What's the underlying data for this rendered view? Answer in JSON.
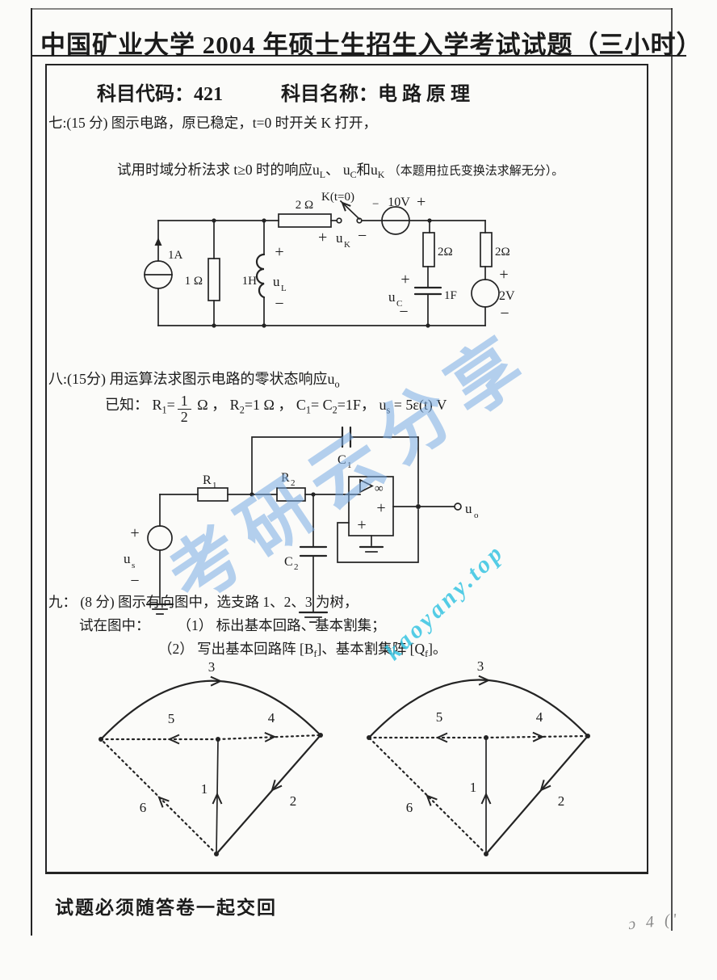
{
  "header": {
    "title": "中国矿业大学 2004 年硕士生招生入学考试试题（三小时）",
    "subject_code": "科目代码：421",
    "subject_name": "科目名称：电 路 原 理"
  },
  "q7": {
    "line1": "七:(15 分) 图示电路，原已稳定，t=0 时开关 K 打开，",
    "line2_seg0": "试用时域分析法求 t≥0 时的响应u",
    "line2_sub0": "L",
    "line2_seg1": "、 u",
    "line2_sub1": "C",
    "line2_seg2": "和u",
    "line2_sub2": "K",
    "line2_note": "（本题用拉氏变换法求解无分）。"
  },
  "q8": {
    "line1_seg": "八:(15分) 用运算法求图示电路的零状态响应u",
    "line1_sub": "o",
    "given": {
      "intro": "已知：  R",
      "r1sub": "1",
      "eq": "=",
      "num": "1",
      "den": "2",
      "seg2": " Ω ， R",
      "r2sub": "2",
      "seg3": "=1 Ω ， C",
      "c1sub": "1",
      "seg4": "= C",
      "c2sub": "2",
      "seg5": "=1F，  u",
      "ssub": "s",
      "seg6": " = 5ε(t) V"
    }
  },
  "q9": {
    "line1": "九： (8 分) 图示有向图中，选支路 1、2、3 为树，",
    "line2_prefix": "试在图中：",
    "item1": "（1） 标出基本回路、基本割集；",
    "item2_seg0": "（2） 写出基本回路阵 [B",
    "item2_sub0": "f",
    "item2_seg1": "]、基本割集阵 [Q",
    "item2_sub1": "f",
    "item2_seg2": "]。"
  },
  "footer": {
    "note": "试题必须随答卷一起交回",
    "page_mark": "ɔ 4 ('"
  },
  "watermark": {
    "cn": "考研云分享",
    "site": "kaoyany.top",
    "cn_color": "#78acе4",
    "site_color": "#2ac0e0"
  },
  "circuit7": {
    "labels": {
      "plus": "+",
      "minus": "−",
      "a1": "1A",
      "r1": "1 Ω",
      "h1": "1H",
      "uL_u": "u",
      "uL_sub": "L",
      "r2": "2 Ω",
      "k": "K(t=0)",
      "uk_u": "u",
      "uk_sub": "K",
      "v10": "10V",
      "r3": "2Ω",
      "r4": "2Ω",
      "uc_u": "u",
      "uc_sub": "C",
      "f1": "1F",
      "v2": "2V"
    }
  },
  "circuit8": {
    "labels": {
      "plus": "+",
      "minus": "−",
      "r": "R",
      "r1sub": "1",
      "r2sub": "2",
      "c": "C",
      "c1sub": "1",
      "c2sub": "2",
      "inf": "∞",
      "u": "u",
      "ssub": "s",
      "uo_u": "u",
      "uo_sub": "o"
    }
  },
  "graph": {
    "branches": [
      "1",
      "2",
      "3",
      "4",
      "5",
      "6"
    ]
  }
}
